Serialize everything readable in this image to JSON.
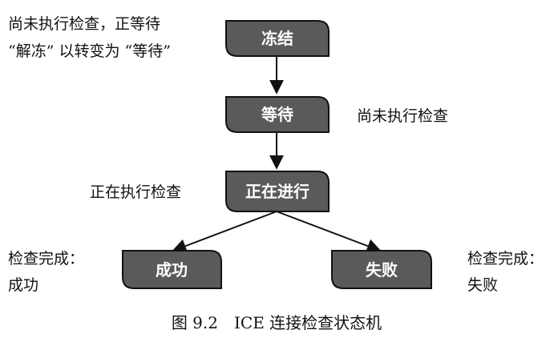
{
  "colors": {
    "node_fill": "#5a5a5a",
    "node_stroke": "#111111",
    "node_text": "#ffffff",
    "text": "#111111",
    "background": "#ffffff"
  },
  "nodes": {
    "frozen": {
      "label": "冻结"
    },
    "waiting": {
      "label": "等待"
    },
    "in_progress": {
      "label": "正在进行"
    },
    "succeeded": {
      "label": "成功"
    },
    "failed": {
      "label": "失败"
    }
  },
  "annotations": {
    "frozen_line1": "尚未执行检查，正等待",
    "frozen_line2": "“解冻” 以转变为 “等待”",
    "waiting": "尚未执行检查",
    "in_progress": "正在执行检查",
    "succeeded_line1": "检查完成：",
    "succeeded_line2": "成功",
    "failed_line1": "检查完成：",
    "failed_line2": "失败"
  },
  "caption": "图 9.2　ICE 连接检查状态机"
}
